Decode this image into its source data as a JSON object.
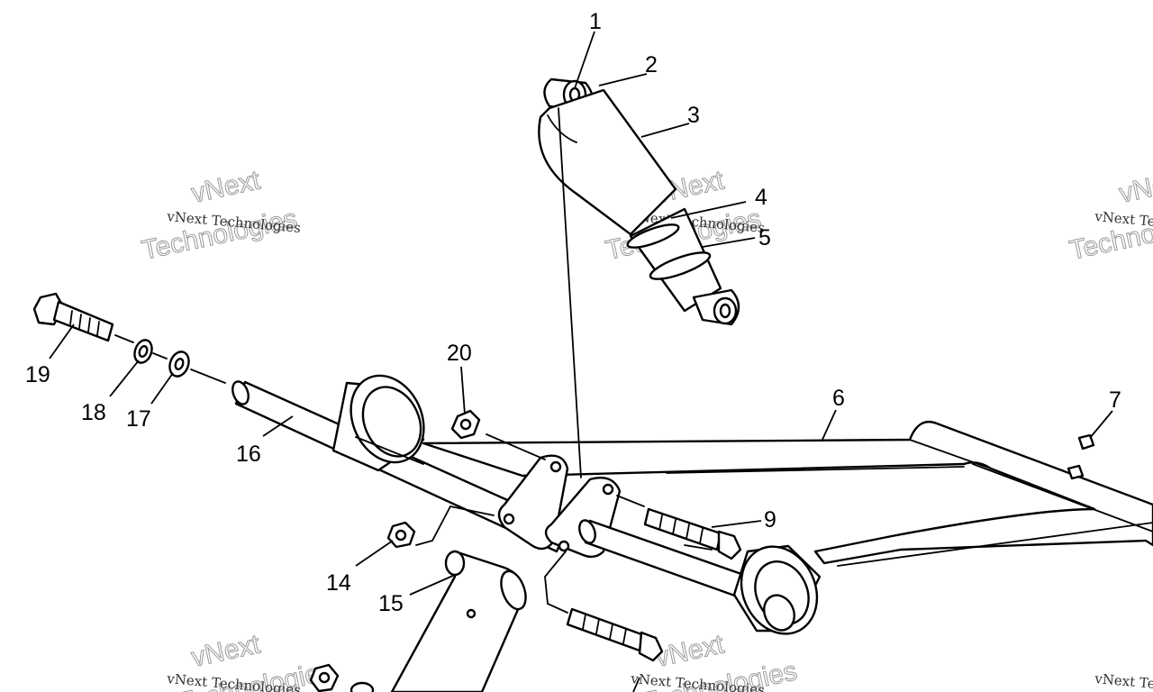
{
  "diagram": {
    "callouts": [
      {
        "id": "1",
        "label": "1"
      },
      {
        "id": "2",
        "label": "2"
      },
      {
        "id": "3",
        "label": "3"
      },
      {
        "id": "4",
        "label": "4"
      },
      {
        "id": "5",
        "label": "5"
      },
      {
        "id": "6",
        "label": "6"
      },
      {
        "id": "7",
        "label": "7"
      },
      {
        "id": "9",
        "label": "9"
      },
      {
        "id": "14",
        "label": "14"
      },
      {
        "id": "15",
        "label": "15"
      },
      {
        "id": "16",
        "label": "16"
      },
      {
        "id": "17",
        "label": "17"
      },
      {
        "id": "18",
        "label": "18"
      },
      {
        "id": "19",
        "label": "19"
      },
      {
        "id": "20",
        "label": "20"
      }
    ],
    "watermark": {
      "line1": "vNext Technologies",
      "word1": "vNext",
      "word2": "Technologies"
    }
  }
}
